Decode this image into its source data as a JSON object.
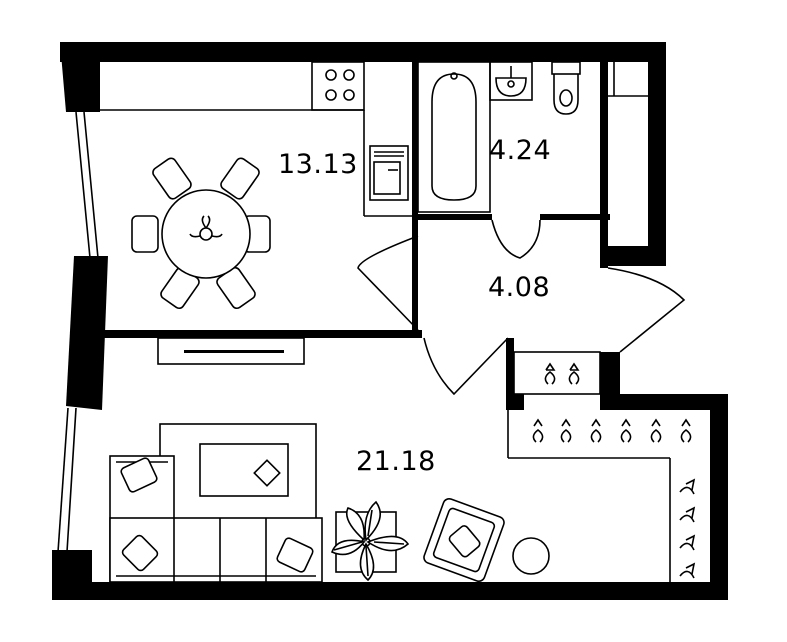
{
  "rooms": {
    "kitchen": {
      "area": "13.13"
    },
    "bathroom": {
      "area": "4.24"
    },
    "hallway": {
      "area": "4.08"
    },
    "living_room": {
      "area": "21.18"
    }
  },
  "colors": {
    "walls": "#000000",
    "background": "#ffffff"
  },
  "icons": [
    "stove-icon",
    "oven-icon",
    "dining-table-icon",
    "chair-icon",
    "bathtub-icon",
    "sink-icon",
    "toilet-icon",
    "washing-machine-icon",
    "hanger-icon",
    "sofa-icon",
    "pillow-icon",
    "rug-icon",
    "tv-stand-icon",
    "plant-icon",
    "armchair-icon",
    "side-table-icon",
    "door-swing-icon",
    "window-icon"
  ]
}
